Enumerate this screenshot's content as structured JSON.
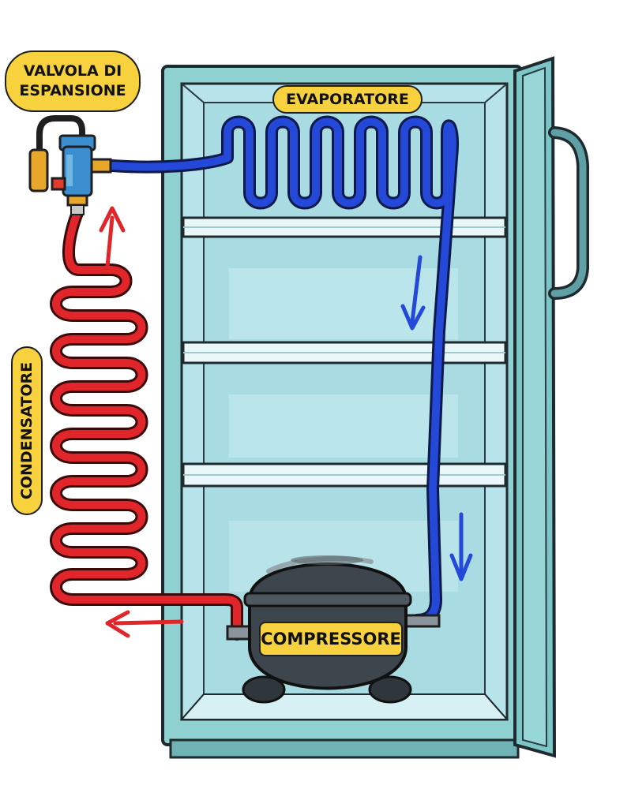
{
  "labels": {
    "valve_line1": "VALVOLA DI",
    "valve_line2": "ESPANSIONE",
    "evaporator": "EVAPORATORE",
    "condenser": "CONDENSATORE",
    "compressor": "COMPRESSORE"
  },
  "colors": {
    "label_fill": "#f7d23e",
    "hot_pipe": "#e0262b",
    "cold_pipe": "#2448d8",
    "fridge_body": "#8fd0d0",
    "fridge_interior": "#b7e3ea",
    "shelf": "#eaf7f8",
    "compressor": "#3d464d",
    "valve_brass": "#e8a72b",
    "valve_blue": "#3b8fd1"
  },
  "icons": {
    "valve": "expansion-valve-icon",
    "compressor": "compressor-icon",
    "flow_arrow": "arrow-icon"
  }
}
